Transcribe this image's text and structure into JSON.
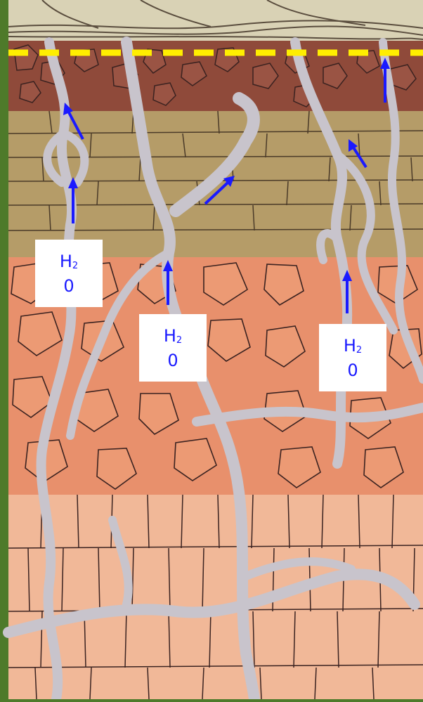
{
  "labels": {
    "h2o_left": {
      "element": "H",
      "subscript": "2",
      "second_line": "0"
    },
    "h2o_center": {
      "element": "H",
      "subscript": "2",
      "second_line": "0"
    },
    "h2o_right": {
      "element": "H",
      "subscript": "2",
      "second_line": "0"
    }
  },
  "colors": {
    "frame_green": "#4e7a2a",
    "dashed_line": "#ffee00",
    "arrow": "#1a1aff",
    "root_channel": "#c8c4cc",
    "cell_outline": "#3a2a28",
    "layer_top_brown": "#8f4a3a",
    "layer_olive": "#b59c68",
    "layer_salmon": "#e8906c",
    "layer_pale": "#f1b898",
    "label_text": "#1a1aff"
  },
  "icons": [
    "arrow-up-icon",
    "dashed-boundary-line"
  ]
}
